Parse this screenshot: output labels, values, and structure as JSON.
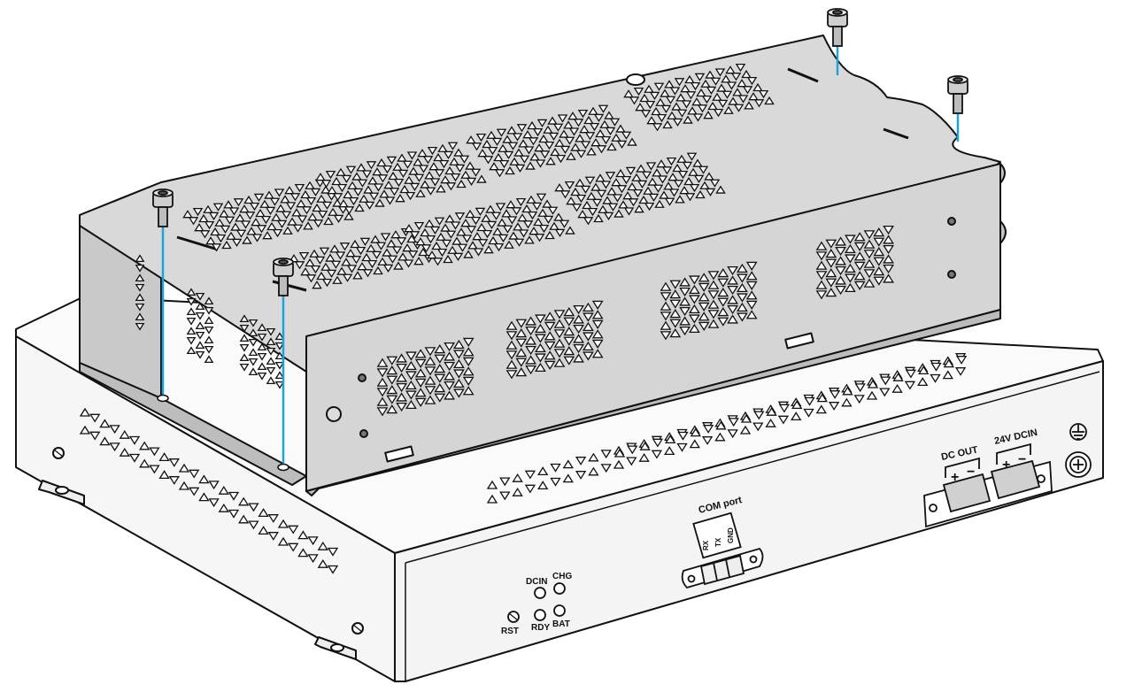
{
  "labels": {
    "dc_out": "DC OUT",
    "dcin_24v": "24V DCIN",
    "plus": "+",
    "minus": "−",
    "com_port": "COM port",
    "rx": "RX",
    "tx": "TX",
    "gnd": "GND",
    "dcin": "DCIN",
    "chg": "CHG",
    "rst": "RST",
    "rdy": "RDY",
    "bat": "BAT"
  },
  "icons": {
    "ground": "ground-symbol-icon",
    "screw": "cap-screw-icon"
  },
  "colors": {
    "line": "#111111",
    "plate": "#d9d9d9",
    "plate_dark": "#bdbdbd",
    "box_face": "#f4f4f4",
    "screw_guide": "#1ea3d8"
  }
}
